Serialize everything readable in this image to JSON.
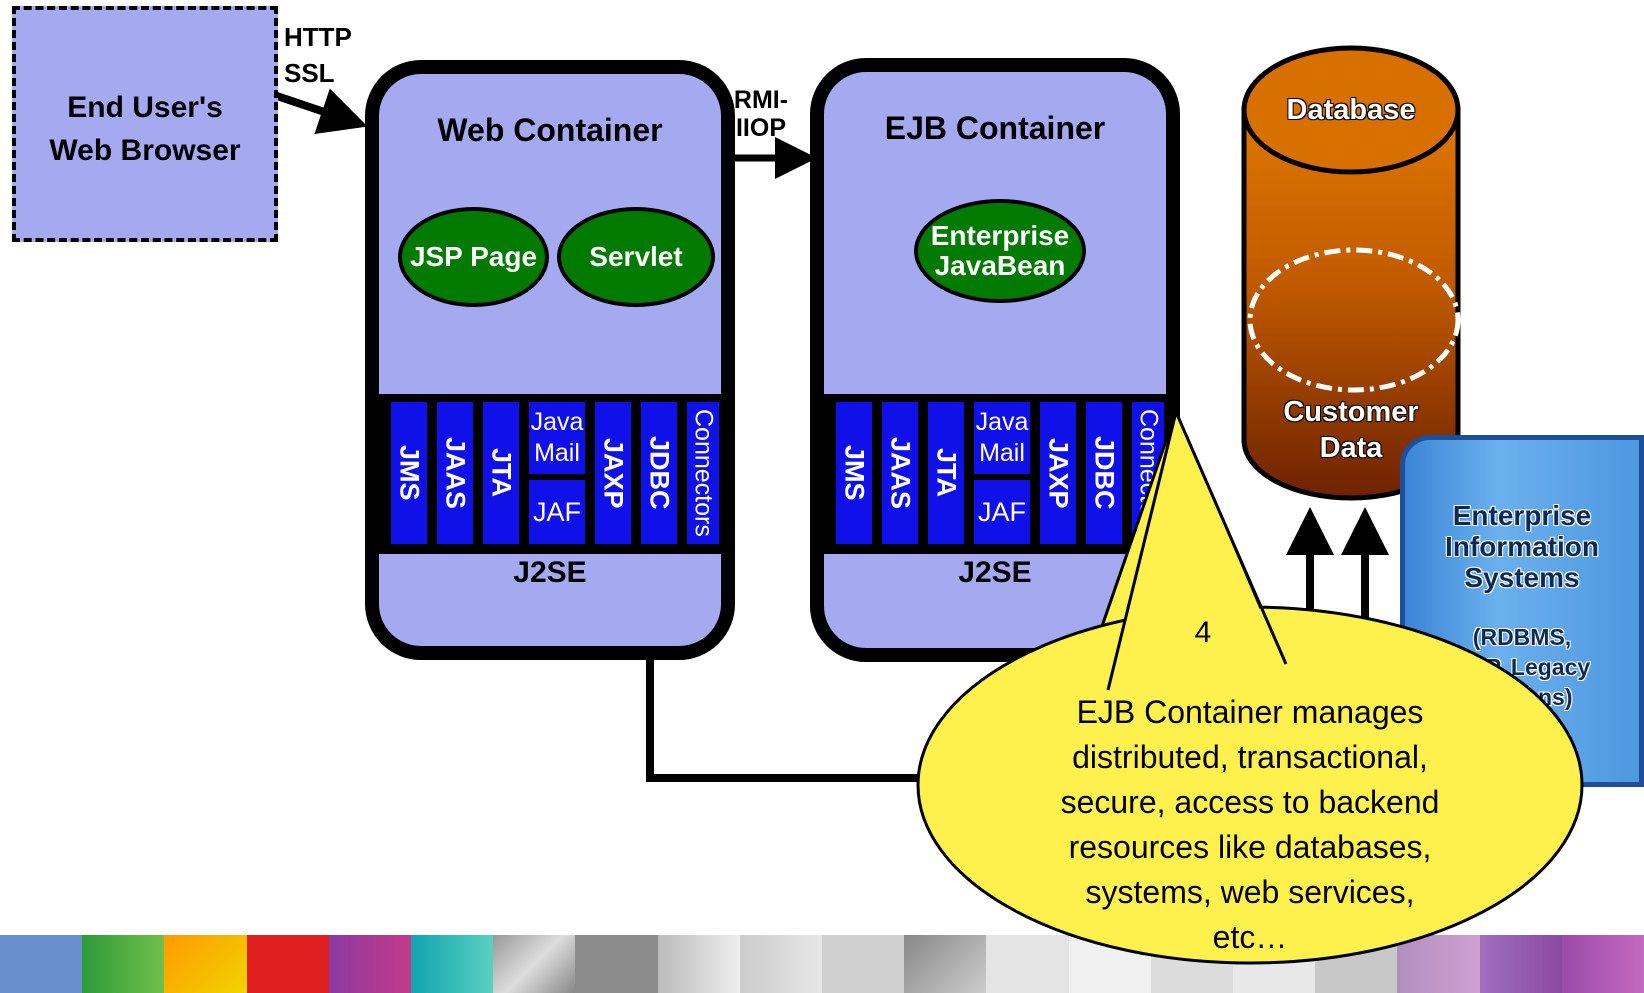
{
  "browser": {
    "line1": "End User's",
    "line2": "Web Browser"
  },
  "protocols": {
    "http": "HTTP",
    "ssl": "SSL",
    "rmi_line1": "RMI-",
    "rmi_line2": "IIOP"
  },
  "web_container": {
    "title": "Web Container",
    "components": [
      "JSP Page",
      "Servlet"
    ],
    "apis": [
      "JMS",
      "JAAS",
      "JTA",
      "Java",
      "Mail",
      "JAF",
      "JAXP",
      "JDBC",
      "Connectors"
    ],
    "platform": "J2SE"
  },
  "ejb_container": {
    "title": "EJB Container",
    "component_line1": "Enterprise",
    "component_line2": "JavaBean",
    "apis": [
      "JMS",
      "JAAS",
      "JTA",
      "Java",
      "Mail",
      "JAF",
      "JAXP",
      "JDBC",
      "Connectors"
    ],
    "platform": "J2SE"
  },
  "database": {
    "title": "Database",
    "data_line1": "Customer",
    "data_line2": "Data"
  },
  "eis": {
    "line1": "Enterprise",
    "line2": "Information",
    "line3": "Systems",
    "line4": "(RDBMS,",
    "line5": "ERP, Legacy",
    "line6": "lications)"
  },
  "callout": {
    "number": "4",
    "lines": [
      "EJB Container manages",
      "distributed, transactional,",
      "secure, access to backend",
      "resources like databases,",
      "systems, web services,",
      "etc…"
    ]
  },
  "colors": {
    "container_fill": "#a4a9f0",
    "api_blue": "#1010e8",
    "bean_green": "#007a00",
    "database_orange": "#d26b00",
    "callout_yellow": "#fff14d"
  }
}
